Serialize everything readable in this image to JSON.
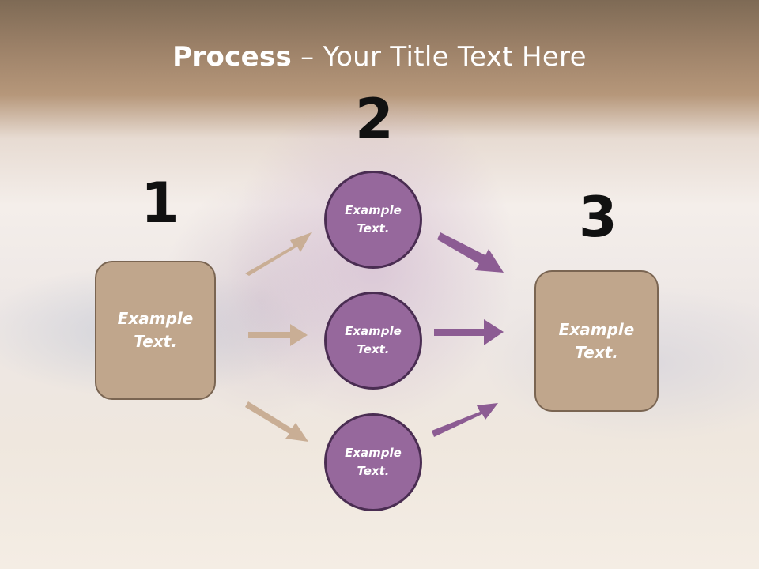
{
  "title": {
    "bold": "Process",
    "rest": " – Your Title Text Here"
  },
  "steps": [
    {
      "number": "1",
      "text": "Example\nText."
    },
    {
      "number": "2",
      "texts": [
        "Example\nText.",
        "Example\nText.",
        "Example\nText."
      ]
    },
    {
      "number": "3",
      "text": "Example\nText."
    }
  ],
  "colors": {
    "box_fill": "#c0a68c",
    "circle_fill": "#96689c",
    "tan_arrow": "#c9ae95",
    "purple_arrow": "#8c5c93"
  }
}
